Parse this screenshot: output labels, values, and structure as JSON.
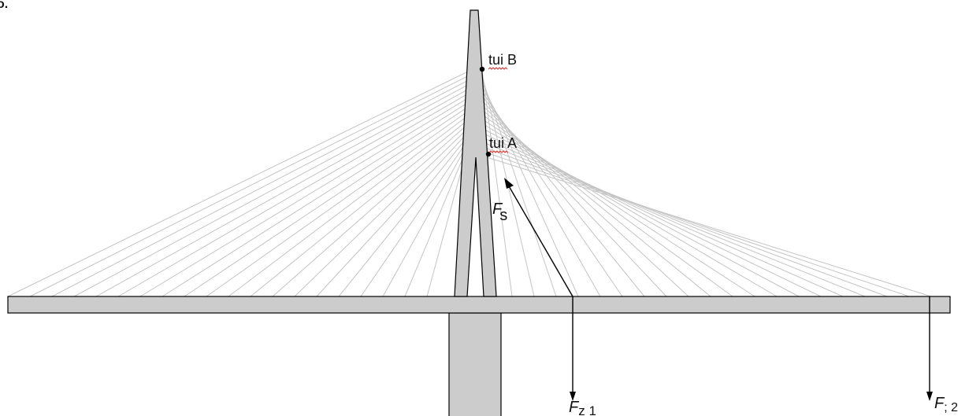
{
  "corner_mark": "o.",
  "labels": {
    "point_b": "tui B",
    "point_a": "tui A",
    "force_s_main": "F",
    "force_s_sub": "s",
    "force_z1_main": "F",
    "force_z1_sub": "z 1",
    "force_z2_main": "F",
    "force_z2_sub": "; 2"
  },
  "colors": {
    "structure_fill": "#cccccc",
    "outline": "#000000",
    "cable": "#c4c4c4",
    "squiggle": "#e0342b"
  }
}
